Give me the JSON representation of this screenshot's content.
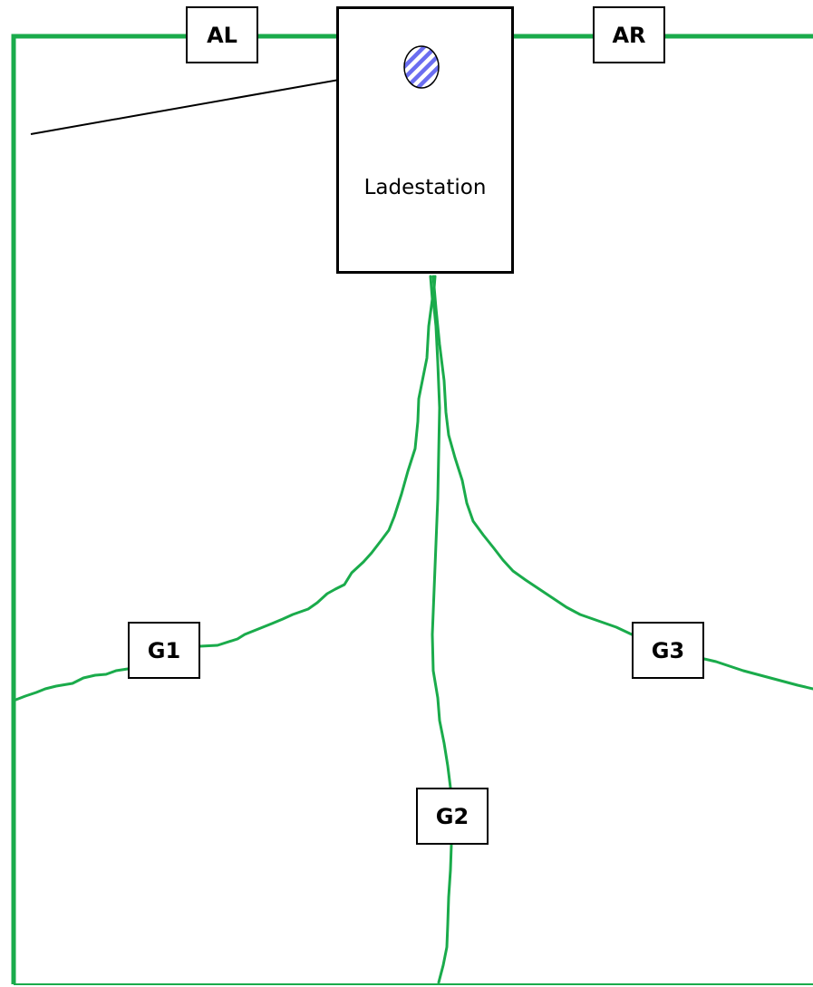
{
  "diagram": {
    "station_label": "Ladestation",
    "labels": {
      "al": "AL",
      "ar": "AR",
      "g1": "G1",
      "g2": "G2",
      "g3": "G3"
    }
  },
  "colors": {
    "wire": "#1aab4b",
    "box_border": "#000000",
    "marker_stripe": "#6b6ef0",
    "arrow": "#000000"
  },
  "icons": {
    "station_marker": "striped-oval-icon",
    "pointer": "arrow-icon"
  }
}
